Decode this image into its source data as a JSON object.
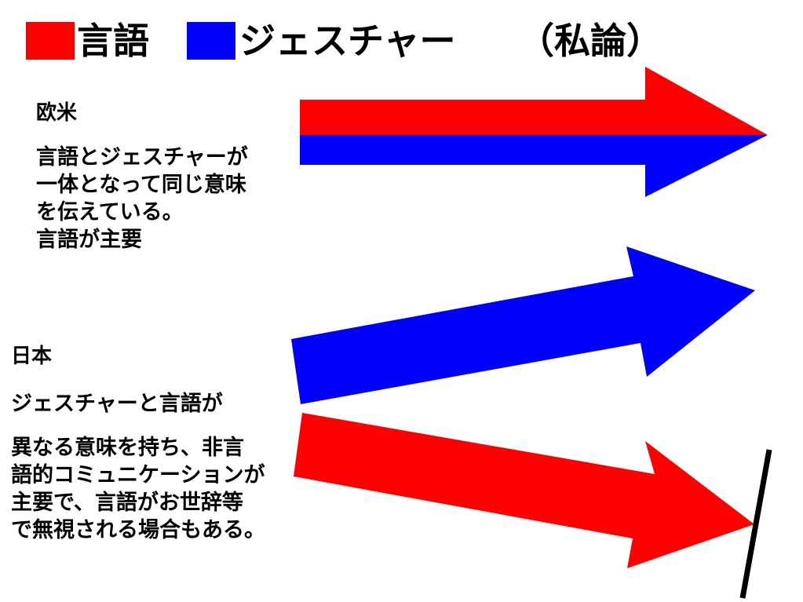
{
  "title": {
    "legend": [
      {
        "color": "#ff0000",
        "label": "言語"
      },
      {
        "color": "#0000ff",
        "label": "ジェスチャー"
      }
    ],
    "note": "（私論）"
  },
  "western": {
    "heading": "欧米",
    "lines": [
      "言語とジェスチャーが",
      "一体となって同じ意味",
      "を伝えている。",
      "言語が主要"
    ]
  },
  "japan": {
    "heading": "日本",
    "subheading": "ジェスチャーと言語が",
    "lines": [
      "異なる意味を持ち、非言",
      "語的コミュニケーションが",
      "主要で、言語がお世辞等",
      "で無視される場合もある。"
    ]
  },
  "colors": {
    "language": "#ff0000",
    "gesture": "#0000ff",
    "barrier": "#000000"
  }
}
